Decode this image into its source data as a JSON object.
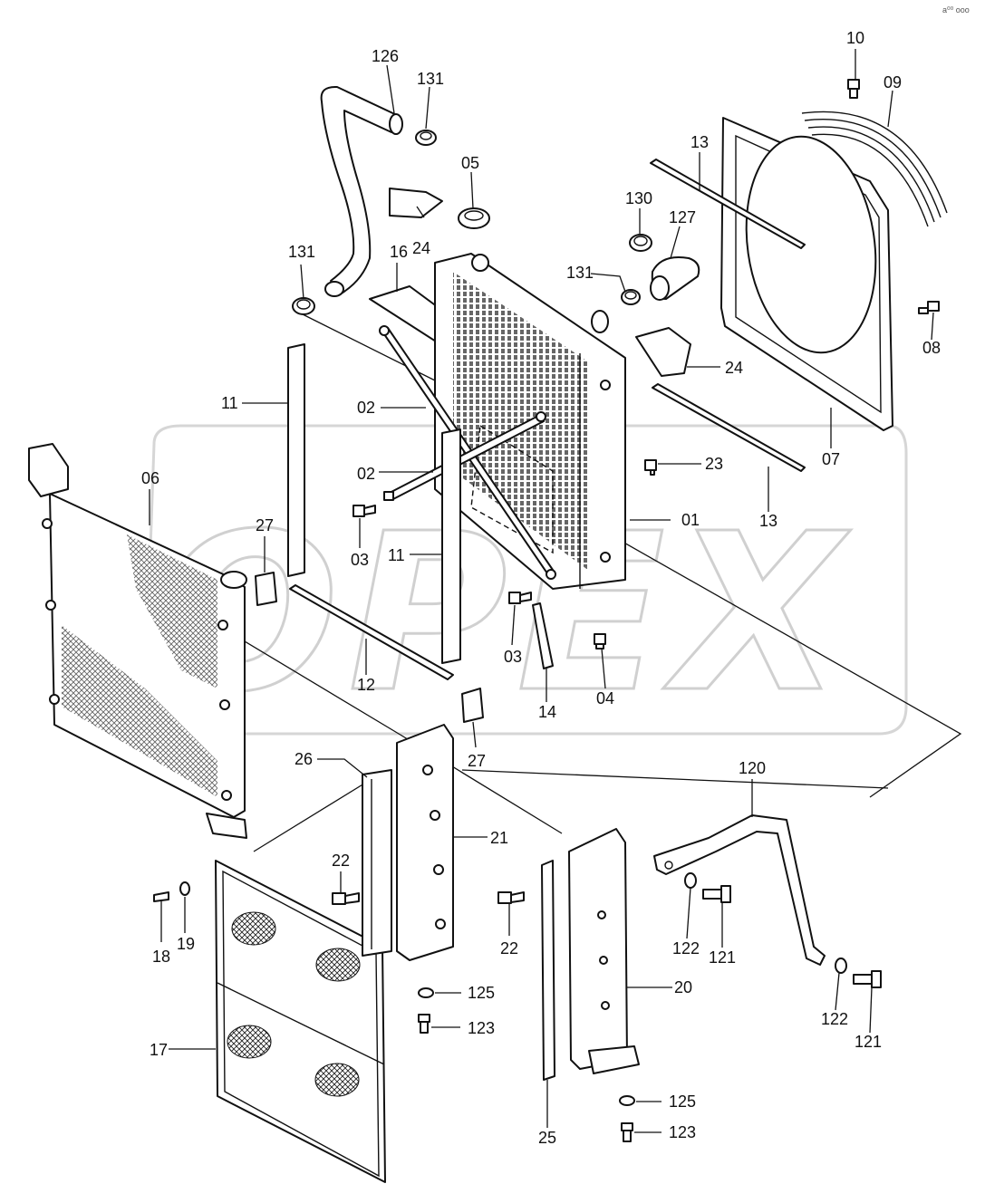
{
  "watermark": "OPEX",
  "corner_mark": "a⁰⁰ ooo",
  "callouts": [
    {
      "id": "c-126",
      "text": "126"
    },
    {
      "id": "c-131a",
      "text": "131"
    },
    {
      "id": "c-10",
      "text": "10"
    },
    {
      "id": "c-09",
      "text": "09"
    },
    {
      "id": "c-05",
      "text": "05"
    },
    {
      "id": "c-13a",
      "text": "13"
    },
    {
      "id": "c-130",
      "text": "130"
    },
    {
      "id": "c-127",
      "text": "127"
    },
    {
      "id": "c-24a",
      "text": "24"
    },
    {
      "id": "c-131b",
      "text": "131"
    },
    {
      "id": "c-16",
      "text": "16"
    },
    {
      "id": "c-131c",
      "text": "131"
    },
    {
      "id": "c-08",
      "text": "08"
    },
    {
      "id": "c-24b",
      "text": "24"
    },
    {
      "id": "c-11a",
      "text": "11"
    },
    {
      "id": "c-02a",
      "text": "02"
    },
    {
      "id": "c-07",
      "text": "07"
    },
    {
      "id": "c-06",
      "text": "06"
    },
    {
      "id": "c-02b",
      "text": "02"
    },
    {
      "id": "c-23",
      "text": "23"
    },
    {
      "id": "c-27a",
      "text": "27"
    },
    {
      "id": "c-03a",
      "text": "03"
    },
    {
      "id": "c-01",
      "text": "01"
    },
    {
      "id": "c-13b",
      "text": "13"
    },
    {
      "id": "c-11b",
      "text": "11"
    },
    {
      "id": "c-03b",
      "text": "03"
    },
    {
      "id": "c-12",
      "text": "12"
    },
    {
      "id": "c-14",
      "text": "14"
    },
    {
      "id": "c-04",
      "text": "04"
    },
    {
      "id": "c-27b",
      "text": "27"
    },
    {
      "id": "c-26",
      "text": "26"
    },
    {
      "id": "c-120",
      "text": "120"
    },
    {
      "id": "c-21",
      "text": "21"
    },
    {
      "id": "c-22a",
      "text": "22"
    },
    {
      "id": "c-18",
      "text": "18"
    },
    {
      "id": "c-19",
      "text": "19"
    },
    {
      "id": "c-22b",
      "text": "22"
    },
    {
      "id": "c-122a",
      "text": "122"
    },
    {
      "id": "c-121a",
      "text": "121"
    },
    {
      "id": "c-125a",
      "text": "125"
    },
    {
      "id": "c-20",
      "text": "20"
    },
    {
      "id": "c-123a",
      "text": "123"
    },
    {
      "id": "c-122b",
      "text": "122"
    },
    {
      "id": "c-121b",
      "text": "121"
    },
    {
      "id": "c-17",
      "text": "17"
    },
    {
      "id": "c-125b",
      "text": "125"
    },
    {
      "id": "c-123b",
      "text": "123"
    },
    {
      "id": "c-25",
      "text": "25"
    }
  ]
}
